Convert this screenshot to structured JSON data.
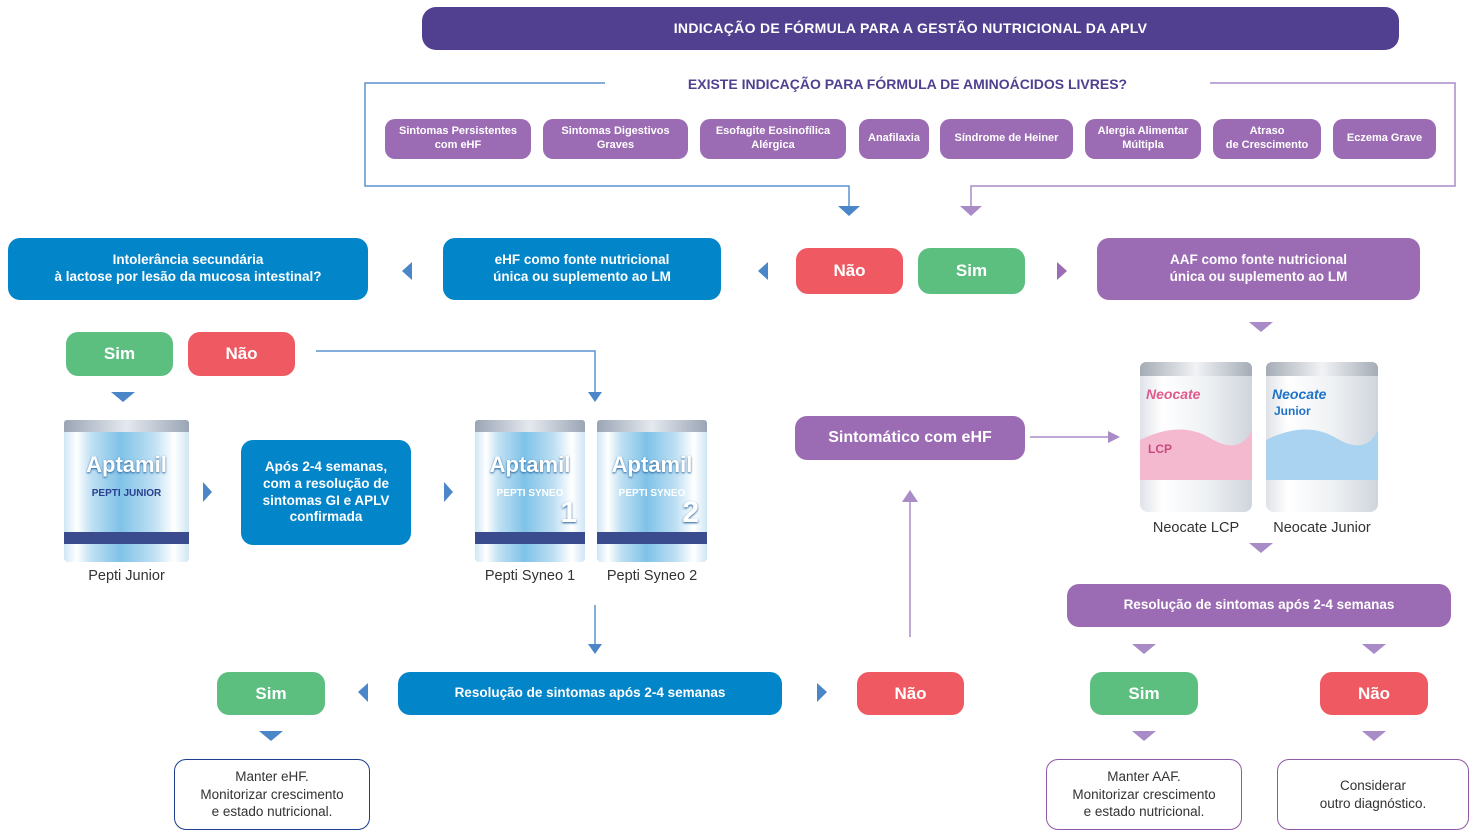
{
  "header": {
    "title": "INDICAÇÃO DE FÓRMULA PARA A GESTÃO NUTRICIONAL DA APLV"
  },
  "aaf_question": {
    "title": "EXISTE INDICAÇÃO PARA FÓRMULA DE AMINOÁCIDOS LIVRES?",
    "indications": [
      {
        "line1": "Sintomas Persistentes",
        "line2": "com eHF"
      },
      {
        "line1": "Sintomas Digestivos",
        "line2": "Graves"
      },
      {
        "line1": "Esofagite Eosinofílica",
        "line2": "Alérgica"
      },
      {
        "line1": "Anafilaxia",
        "line2": ""
      },
      {
        "line1": "Síndrome de Heiner",
        "line2": ""
      },
      {
        "line1": "Alergia Alimentar",
        "line2": "Múltipla"
      },
      {
        "line1": "Atraso",
        "line2": "de Crescimento"
      },
      {
        "line1": "Eczema Grave",
        "line2": ""
      }
    ]
  },
  "answers": {
    "nao": "Não",
    "sim": "Sim"
  },
  "ehf_box": {
    "line1": "eHF como fonte nutricional",
    "line2": "única ou suplemento ao LM"
  },
  "aaf_box": {
    "line1": "AAF como fonte nutricional",
    "line2": "única ou suplemento ao LM"
  },
  "lactose_box": {
    "line1": "Intolerância secundária",
    "line2": "à lactose por lesão da mucosa intestinal?"
  },
  "after_weeks_box": {
    "line1": "Após 2-4 semanas,",
    "line2": "com a resolução de",
    "line3": "sintomas GI e APLV",
    "line4": "confirmada"
  },
  "symptomatic_box": {
    "label": "Sintomático com eHF"
  },
  "resolution_blue": {
    "label": "Resolução de sintomas após 2-4 semanas"
  },
  "resolution_purple": {
    "label": "Resolução de sintomas após 2-4 semanas"
  },
  "products": {
    "pepti_junior": {
      "caption": "Pepti Junior",
      "brand": "Aptamil",
      "sub": "PEPTI JUNIOR"
    },
    "pepti_syneo_1": {
      "caption": "Pepti Syneo 1",
      "brand": "Aptamil",
      "sub": "PEPTI SYNEO",
      "num": "1"
    },
    "pepti_syneo_2": {
      "caption": "Pepti Syneo 2",
      "brand": "Aptamil",
      "sub": "PEPTI SYNEO",
      "num": "2"
    },
    "neocate_lcp": {
      "caption": "Neocate LCP",
      "brand": "Neocate",
      "sub": "LCP"
    },
    "neocate_junior": {
      "caption": "Neocate Junior",
      "brand": "Neocate",
      "sub": "Junior"
    }
  },
  "notes": {
    "keep_ehf": {
      "line1": "Manter eHF.",
      "line2": "Monitorizar crescimento",
      "line3": "e estado nutricional."
    },
    "keep_aaf": {
      "line1": "Manter AAF.",
      "line2": "Monitorizar crescimento",
      "line3": "e estado nutricional."
    },
    "other_dx": {
      "line1": "Considerar",
      "line2": "outro diagnóstico."
    }
  },
  "colors": {
    "header": "#51408f",
    "purple": "#9b6cb3",
    "blue": "#0385c9",
    "green": "#5cbf80",
    "red": "#ee5962",
    "arrow_blue": "#4a86c8",
    "arrow_purple": "#a88bc7"
  }
}
